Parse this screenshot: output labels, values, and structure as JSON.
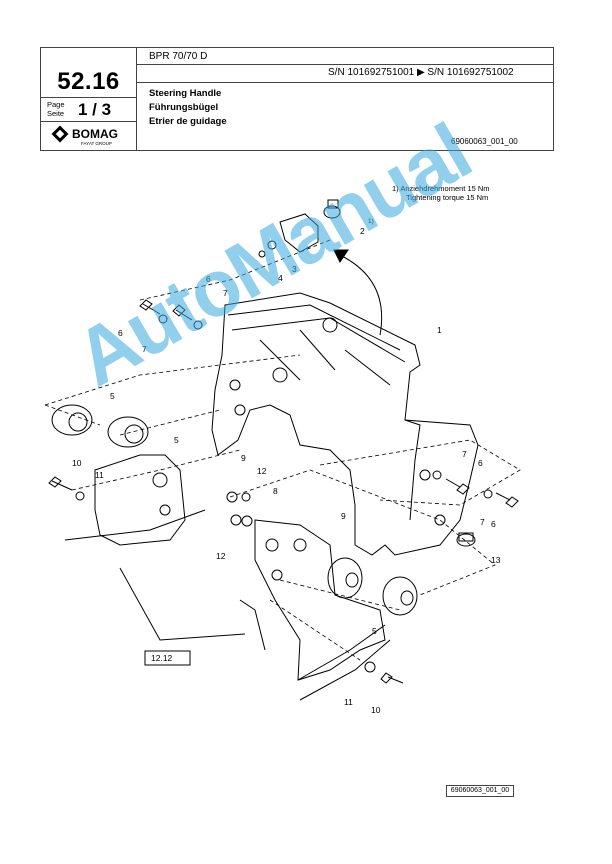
{
  "header": {
    "model": "BPR 70/70 D",
    "section_number": "52.16",
    "page_label_en": "Page",
    "page_label_de": "Seite",
    "page_value": "1 / 3",
    "serial_range": "S/N 101692751001  ▶  S/N 101692751002",
    "title_en": "Steering Handle",
    "title_de": "Führungsbügel",
    "title_fr": "Etrier de guidage",
    "drawing_id": "69060063_001_00",
    "logo": {
      "name": "BOMAG",
      "tagline": "FAYAT GROUP"
    }
  },
  "notes": {
    "line1": "1)  Anziehdrehmoment 15 Nm",
    "line2": "Tightening torque 15 Nm"
  },
  "callouts": [
    "1",
    "2",
    "1)",
    "3",
    "4",
    "6",
    "7",
    "6",
    "7",
    "5",
    "5",
    "9",
    "12",
    "8",
    "10",
    "11",
    "12",
    "7",
    "6",
    "7",
    "6",
    "13",
    "9",
    "5",
    "11",
    "10",
    "12.12"
  ],
  "watermark": "AutoManual",
  "footer": {
    "drawing_id": "69060063_001_00"
  },
  "colors": {
    "watermark": "#3aa8e0",
    "line": "#000000"
  }
}
